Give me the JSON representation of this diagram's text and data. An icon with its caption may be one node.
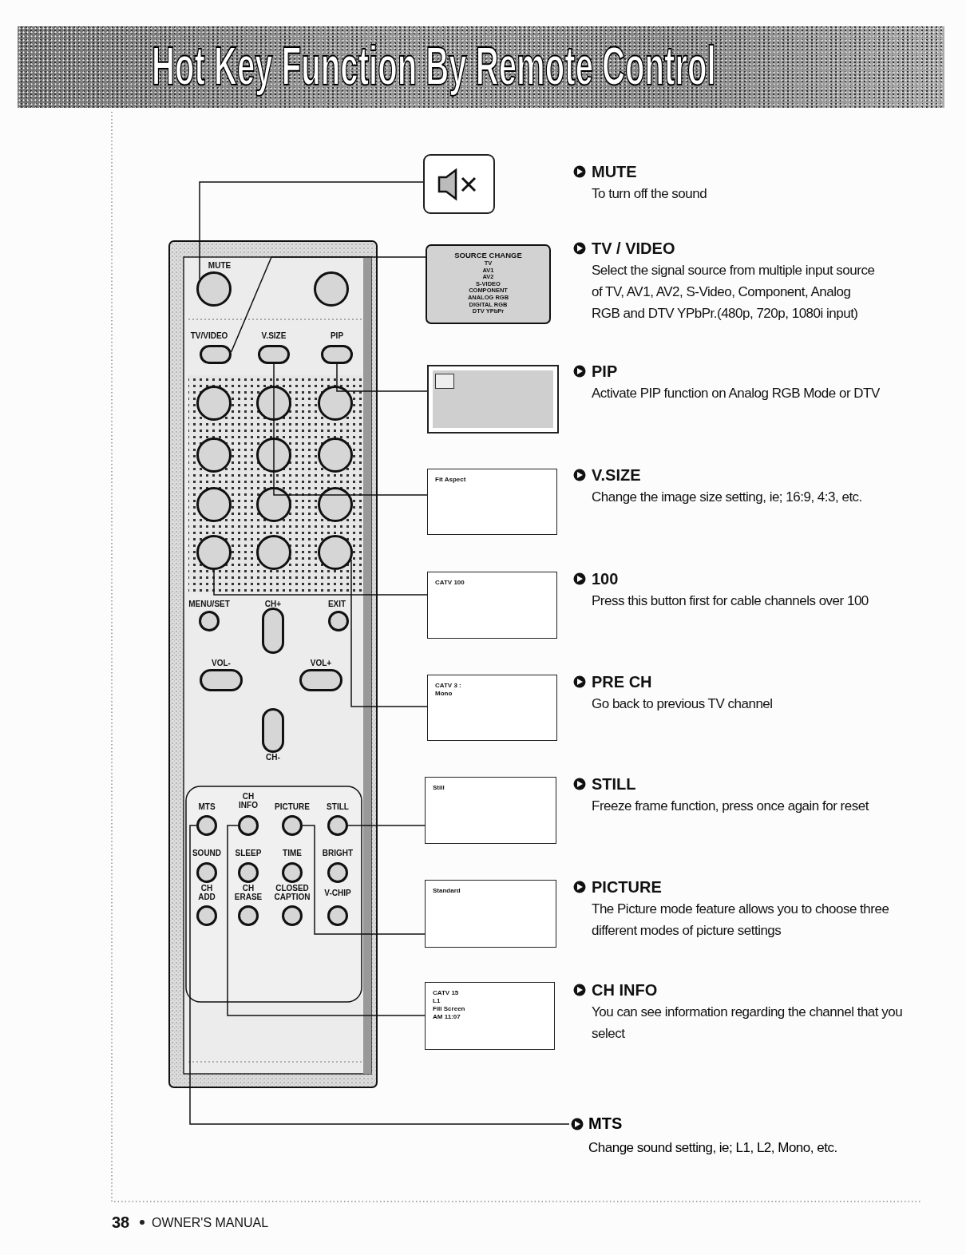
{
  "diagram": {
    "title": "Hot Key Function By Remote Control",
    "nodes": [
      {
        "text": [],
        "shape": "circle"
      },
      {
        "text": [],
        "shape": "circle"
      },
      {
        "text": [],
        "shape": "oval"
      },
      {
        "text": [],
        "shape": "oval"
      },
      {
        "text": [],
        "shape": "oval"
      },
      {
        "text": [],
        "shape": "circle"
      },
      {
        "text": [],
        "shape": "circle"
      },
      {
        "text": [],
        "shape": "circle"
      },
      {
        "text": [],
        "shape": "circle"
      },
      {
        "text": [],
        "shape": "circle"
      },
      {
        "text": [],
        "shape": "circle"
      },
      {
        "text": [],
        "shape": "circle"
      },
      {
        "text": [],
        "shape": "circle"
      },
      {
        "text": [],
        "shape": "circle"
      },
      {
        "text": [],
        "shape": "circle"
      },
      {
        "text": [],
        "shape": "circle"
      },
      {
        "text": [],
        "shape": "circle"
      },
      {
        "text": [],
        "shape": "circle"
      },
      {
        "text": [],
        "shape": "oval"
      },
      {
        "text": [],
        "shape": "circle"
      },
      {
        "text": [],
        "shape": "oval"
      },
      {
        "text": [],
        "shape": "oval"
      },
      {
        "text": [],
        "shape": "oval"
      },
      {
        "text": [],
        "shape": "circle"
      },
      {
        "text": [],
        "shape": "circle"
      },
      {
        "text": [],
        "shape": "circle"
      },
      {
        "text": [],
        "shape": "circle"
      },
      {
        "text": [],
        "shape": "circle"
      },
      {
        "text": [],
        "shape": "circle"
      },
      {
        "text": [],
        "shape": "circle"
      },
      {
        "text": [],
        "shape": "circle"
      },
      {
        "text": [],
        "shape": "circle"
      },
      {
        "text": [],
        "shape": "circle"
      },
      {
        "text": [],
        "shape": "circle"
      },
      {
        "text": [],
        "shape": "circle"
      },
      {
        "text": [],
        "shape": "box"
      },
      {
        "text": [
          "SOURCE CHANGE",
          "TV",
          "AV1",
          "AV2",
          "S-VIDEO",
          "COMPONENT",
          "ANALOG RGB",
          "DIGITAL RGB",
          "DTV YPbPr"
        ]
      },
      {
        "text": [],
        "shape": "box"
      },
      {
        "text": [
          "Fit Aspect"
        ]
      },
      {
        "text": [
          "CATV 100"
        ]
      },
      {
        "text": [
          "CATV 3 :",
          "Mono"
        ]
      },
      {
        "text": [
          "Still"
        ]
      },
      {
        "text": [
          "Standard"
        ]
      },
      {
        "text": [
          "CATV 15",
          "L1",
          "Fill Screen",
          "AM 11:07"
        ]
      },
      {
        "text": [
          "MTS",
          "Change sound setting, ie; L1, L2, Mono, etc."
        ]
      }
    ],
    "edges": [
      {
        "from": 0,
        "to": 35,
        "arrow": "none"
      },
      {
        "from": 2,
        "to": 36,
        "arrow": "none"
      },
      {
        "from": 4,
        "to": 37,
        "arrow": "none"
      },
      {
        "from": 3,
        "to": 38,
        "arrow": "none"
      },
      {
        "from": 14,
        "to": 39,
        "arrow": "none"
      },
      {
        "from": 16,
        "to": 40,
        "arrow": "none"
      },
      {
        "from": 26,
        "to": 41,
        "arrow": "none"
      },
      {
        "from": 25,
        "to": 42,
        "arrow": "none"
      },
      {
        "from": 24,
        "to": 43,
        "arrow": "none"
      },
      {
        "from": 23,
        "to": 44,
        "arrow": "none"
      }
    ],
    "labels": [
      "MUTE",
      "TV/VIDEO",
      "V.SIZE",
      "PIP",
      "MENU/SET",
      "CH+",
      "EXIT",
      "VOL-",
      "VOL+",
      "CH-",
      "MTS",
      "CH INFO",
      "PICTURE",
      "STILL",
      "SOUND",
      "SLEEP",
      "TIME",
      "BRIGHT",
      "CH ADD",
      "CH ERASE",
      "CLOSED CAPTION",
      "V-CHIP",
      "MUTE",
      "To turn off the sound",
      "TV / VIDEO",
      "Select the signal source from multiple input source of TV, AV1, AV2, S-Video, Component, Analog RGB and DTV YPbPr.(480p, 720p, 1080i input)",
      "PIP",
      "Activate PIP function on Analog RGB Mode or DTV",
      "V.SIZE",
      "Change the image size setting, ie; 16:9, 4:3, etc.",
      "100",
      "Press this button first for cable channels over 100",
      "PRE CH",
      "Go back to previous TV channel",
      "STILL",
      "Freeze frame function, press once again for reset",
      "PICTURE",
      "The Picture mode feature allows you to choose three different modes of picture settings",
      "CH INFO",
      "You can see information regarding the channel that you select",
      "38",
      "OWNER'S MANUAL"
    ]
  }
}
